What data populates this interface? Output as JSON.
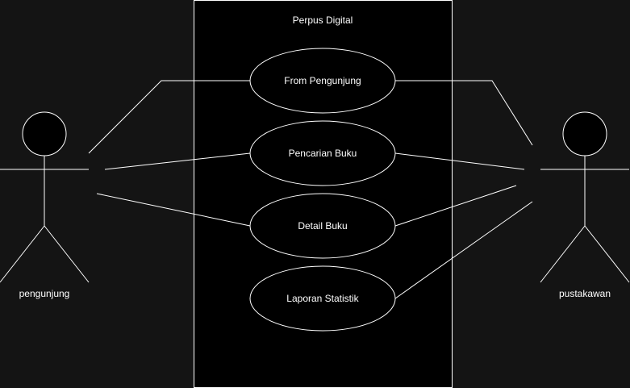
{
  "system": {
    "title": "Perpus Digital"
  },
  "actors": {
    "visitor": {
      "name": "pengunjung"
    },
    "librarian": {
      "name": "pustakawan"
    }
  },
  "use_cases": [
    {
      "label": "From Pengunjung"
    },
    {
      "label": "Pencarian Buku"
    },
    {
      "label": "Detail Buku"
    },
    {
      "label": "Laporan Statistik"
    }
  ],
  "colors": {
    "background": "#141414",
    "system_fill": "#000000",
    "stroke": "#ffffff",
    "text": "#ffffff"
  }
}
